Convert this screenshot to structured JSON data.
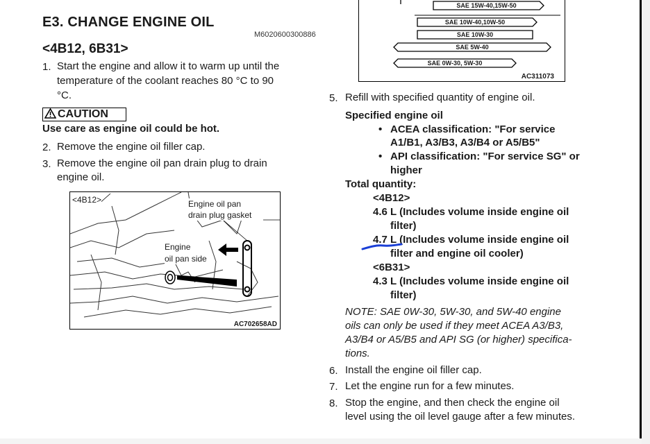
{
  "header": {
    "title": "E3. CHANGE ENGINE OIL",
    "code": "M6020600300886",
    "subtitle": "<4B12, 6B31>"
  },
  "left_steps": {
    "s1_num": "1.",
    "s1_line1": "Start the engine and allow it to warm up until the",
    "s1_line2": "temperature of the coolant reaches 80 °C to 90",
    "s1_line3": "°C.",
    "caution_label": "CAUTION",
    "caution_text": "Use care as engine oil could be hot.",
    "s2_num": "2.",
    "s2_text": "Remove the engine oil filler cap.",
    "s3_num": "3.",
    "s3_line1": "Remove the engine oil pan drain plug to drain",
    "s3_line2": "engine oil."
  },
  "figure1": {
    "tag": "<4B12>",
    "gasket_line1": "Engine oil pan",
    "gasket_line2": "drain plug gasket",
    "side_line1": "Engine",
    "side_line2": "oil pan side",
    "code": "AC702658AD"
  },
  "figure2": {
    "bands": [
      "SAE 15W-40,15W-50",
      "SAE 10W-40,10W-50",
      "SAE 10W-30",
      "SAE 5W-40",
      "SAE 0W-30, 5W-30"
    ],
    "code": "AC311073"
  },
  "right_steps": {
    "s5_num": "5.",
    "s5_text": "Refill with specified quantity of engine oil.",
    "spec_heading": "Specified engine oil",
    "bullet1_line1": "ACEA classification: \"For service",
    "bullet1_line2": "A1/B1, A3/B3, A3/B4 or A5/B5\"",
    "bullet2_line1": "API classification: \"For service SG\" or",
    "bullet2_line2": "higher",
    "total_heading": "Total quantity:",
    "b12_tag": "<4B12>",
    "q1_line1": "4.6 L (Includes volume inside engine oil",
    "q1_line2": "filter)",
    "q2_line1": "4.7 L (Includes volume inside engine oil",
    "q2_line2": "filter and engine oil cooler)",
    "b31_tag": "<6B31>",
    "q3_line1": "4.3 L (Includes volume inside engine oil",
    "q3_line2": "filter)",
    "note_line1": "NOTE: SAE 0W-30, 5W-30, and 5W-40 engine",
    "note_line2": "oils can only be used if they meet ACEA A3/B3,",
    "note_line3": "A3/B4 or A5/B5 and API SG (or higher) specifica-",
    "note_line4": "tions.",
    "s6_num": "6.",
    "s6_text": "Install the engine oil filler cap.",
    "s7_num": "7.",
    "s7_text": "Let the engine run for a few minutes.",
    "s8_num": "8.",
    "s8_line1": "Stop the engine, and then check the engine oil",
    "s8_line2": "level using the oil level gauge after a few minutes."
  },
  "annotation": {
    "underline_color": "#1a3fd6"
  }
}
